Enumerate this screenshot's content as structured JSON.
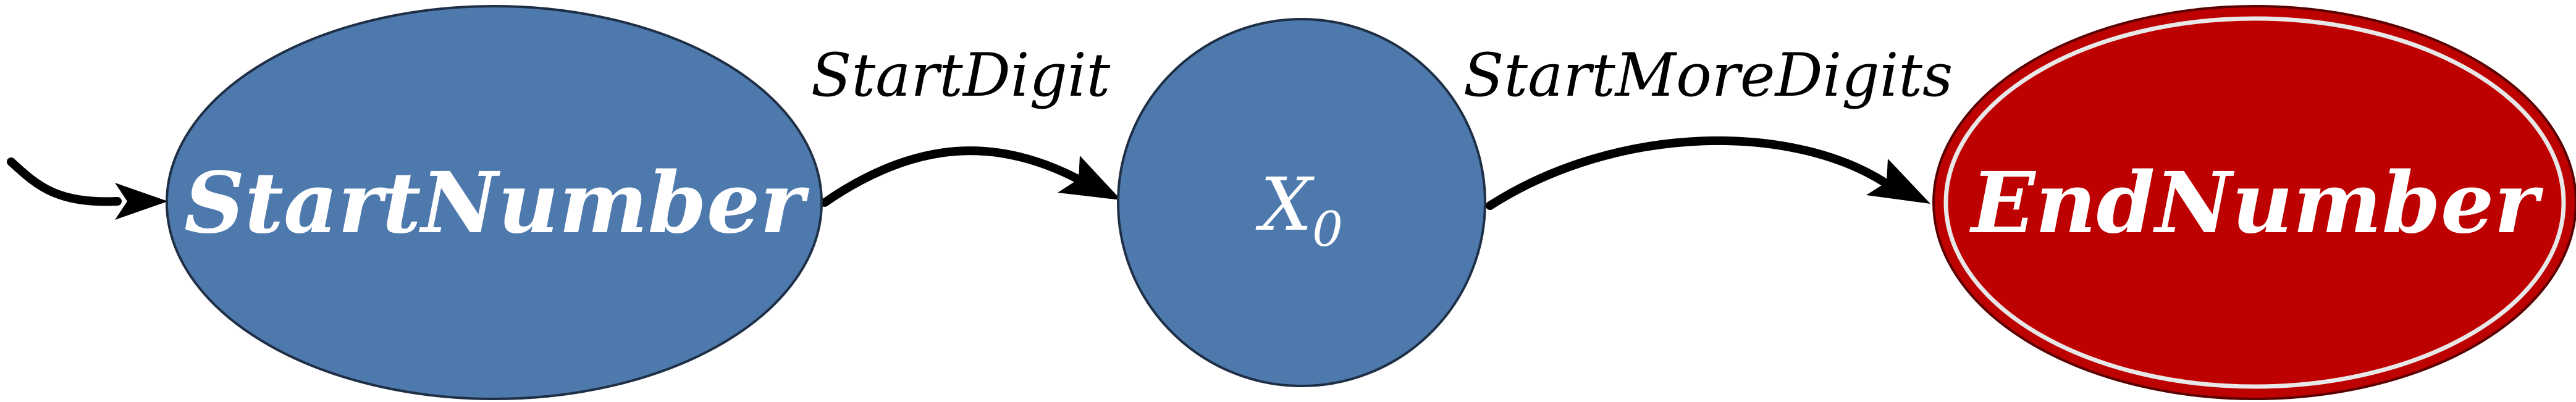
{
  "diagram": {
    "type": "state-machine",
    "nodes": [
      {
        "id": "start_number",
        "label": "StartNumber",
        "fill": "#4e79ad",
        "stroke": "#1e2f45",
        "bold": true,
        "initial": true
      },
      {
        "id": "x0",
        "label": "X",
        "subscript": "0",
        "fill": "#4e79ad",
        "stroke": "#1e2f45",
        "bold": false
      },
      {
        "id": "end_number",
        "label": "EndNumber",
        "fill": "#bd0000",
        "stroke": "#5a0000",
        "bold": true,
        "accepting": true,
        "inner_ring_color": "#e8e8e8"
      }
    ],
    "edges": [
      {
        "from": "start_number",
        "to": "x0",
        "label": "StartDigit"
      },
      {
        "from": "x0",
        "to": "end_number",
        "label": "StartMoreDigits"
      }
    ]
  }
}
